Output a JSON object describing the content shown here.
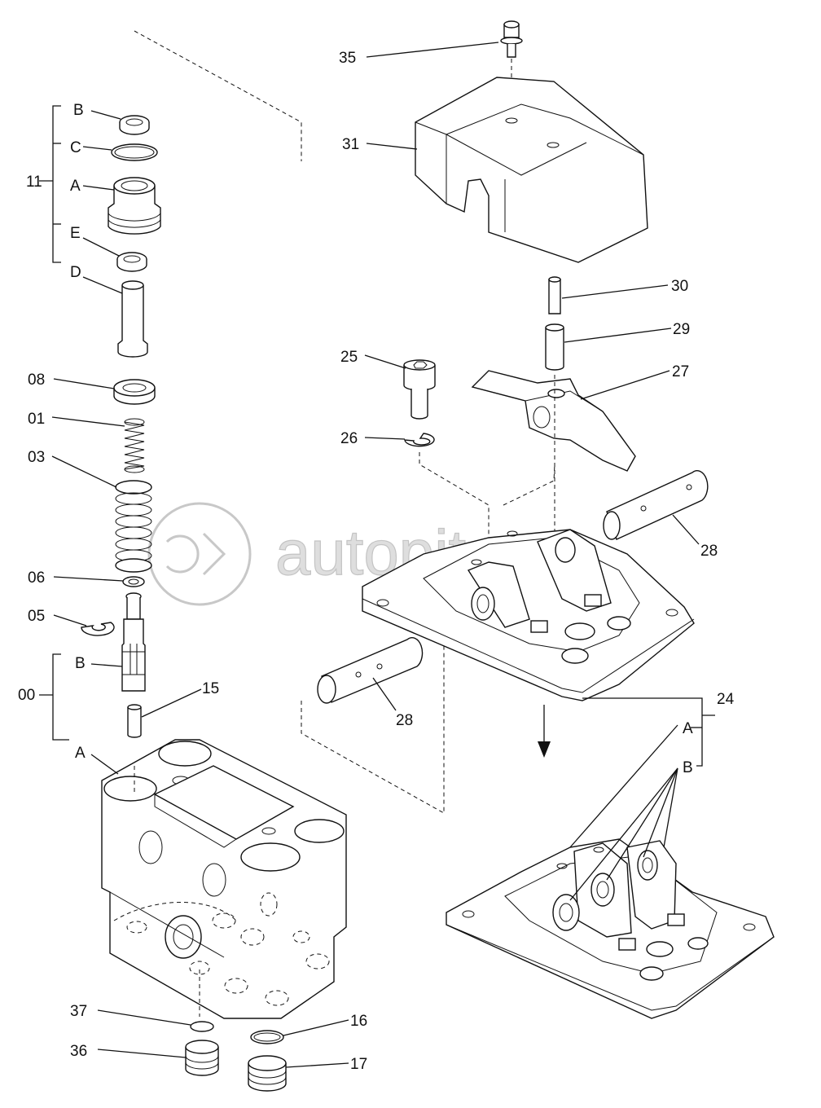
{
  "watermark": {
    "text": "autopiter.ru"
  },
  "callouts": {
    "p35": "35",
    "p31": "31",
    "p30": "30",
    "p29": "29",
    "p25": "25",
    "p27": "27",
    "p26": "26",
    "p28a": "28",
    "p28b": "28",
    "p24": "24",
    "p24a": "A",
    "p24b": "B",
    "p11": "11",
    "p11b": "B",
    "p11c": "C",
    "p11a": "A",
    "p11e": "E",
    "p11d": "D",
    "p08": "08",
    "p01": "01",
    "p03": "03",
    "p06": "06",
    "p05": "05",
    "p00": "00",
    "p00b": "B",
    "p00a": "A",
    "p15": "15",
    "p37": "37",
    "p36": "36",
    "p16": "16",
    "p17": "17"
  }
}
